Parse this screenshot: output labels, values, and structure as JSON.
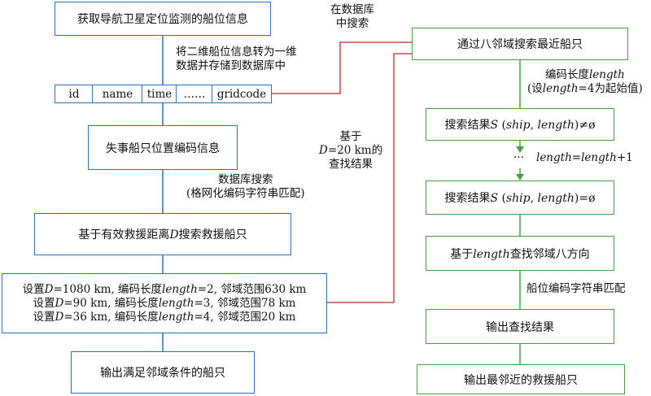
{
  "left": {
    "step1": "获取导航卫星定位监测的船位信息",
    "convert_note_line1": "将二维船位信息转为一维",
    "convert_note_line2": "数据并存储到数据库中",
    "table_fields": [
      "id",
      "name",
      "time",
      "……",
      "gridcode"
    ],
    "step2": "失事船只位置编码信息",
    "search_note_line1": "数据库搜索",
    "search_note_line2": "(格网化编码字符串匹配)",
    "step3_prefix": "基于有效救援距离",
    "step3_var": "D",
    "step3_suffix": "搜索救援船只",
    "settings": [
      {
        "a": "设置",
        "v1": "D",
        "b": "=1080 km, 编码长度",
        "v2": "length",
        "c": "=2, 邻域范围630 km"
      },
      {
        "a": "设置",
        "v1": "D",
        "b": "=90 km, 编码长度",
        "v2": "length",
        "c": "=3, 邻域范围78 km"
      },
      {
        "a": "设置",
        "v1": "D",
        "b": "=36 km, 编码长度",
        "v2": "length",
        "c": "=4, 邻域范围20 km"
      }
    ],
    "step5": "输出满足邻域条件的船只"
  },
  "middle": {
    "db_note_line1": "在数据库",
    "db_note_line2": "中搜索",
    "result_note_line1": "基于",
    "result_note_line2_var": "D",
    "result_note_line2_rest": "=20 km的",
    "result_note_line3": "查找结果"
  },
  "right": {
    "step1": "通过八邻域搜索最近船只",
    "len_note_line1_a": "编码长度",
    "len_note_line1_var": "length",
    "len_note_line2_a": "(设",
    "len_note_line2_var": "length",
    "len_note_line2_b": "=4为起始值)",
    "step2_a": "搜索结果",
    "step2_S": "S",
    "step2_open": " (",
    "step2_ship": "ship",
    "step2_comma": ", ",
    "step2_len": "length",
    "step2_close": ")≠ø",
    "loop_dots": "···",
    "loop_var1": "length",
    "loop_eq": "=",
    "loop_var2": "length",
    "loop_plus": "+1",
    "step3_a": "搜索结果",
    "step3_S": "S",
    "step3_open": " (",
    "step3_ship": "ship",
    "step3_comma": ", ",
    "step3_len": "length",
    "step3_close": ")=ø",
    "step4_a": "基于",
    "step4_var": "length",
    "step4_b": "查找邻域八方向",
    "match_note": "船位编码字符串匹配",
    "step5": "输出查找结果",
    "step6": "输出最邻近的救援船只"
  },
  "colors": {
    "blue": "#2d6fb8",
    "green": "#4a9e4a",
    "red": "#c0282a"
  }
}
